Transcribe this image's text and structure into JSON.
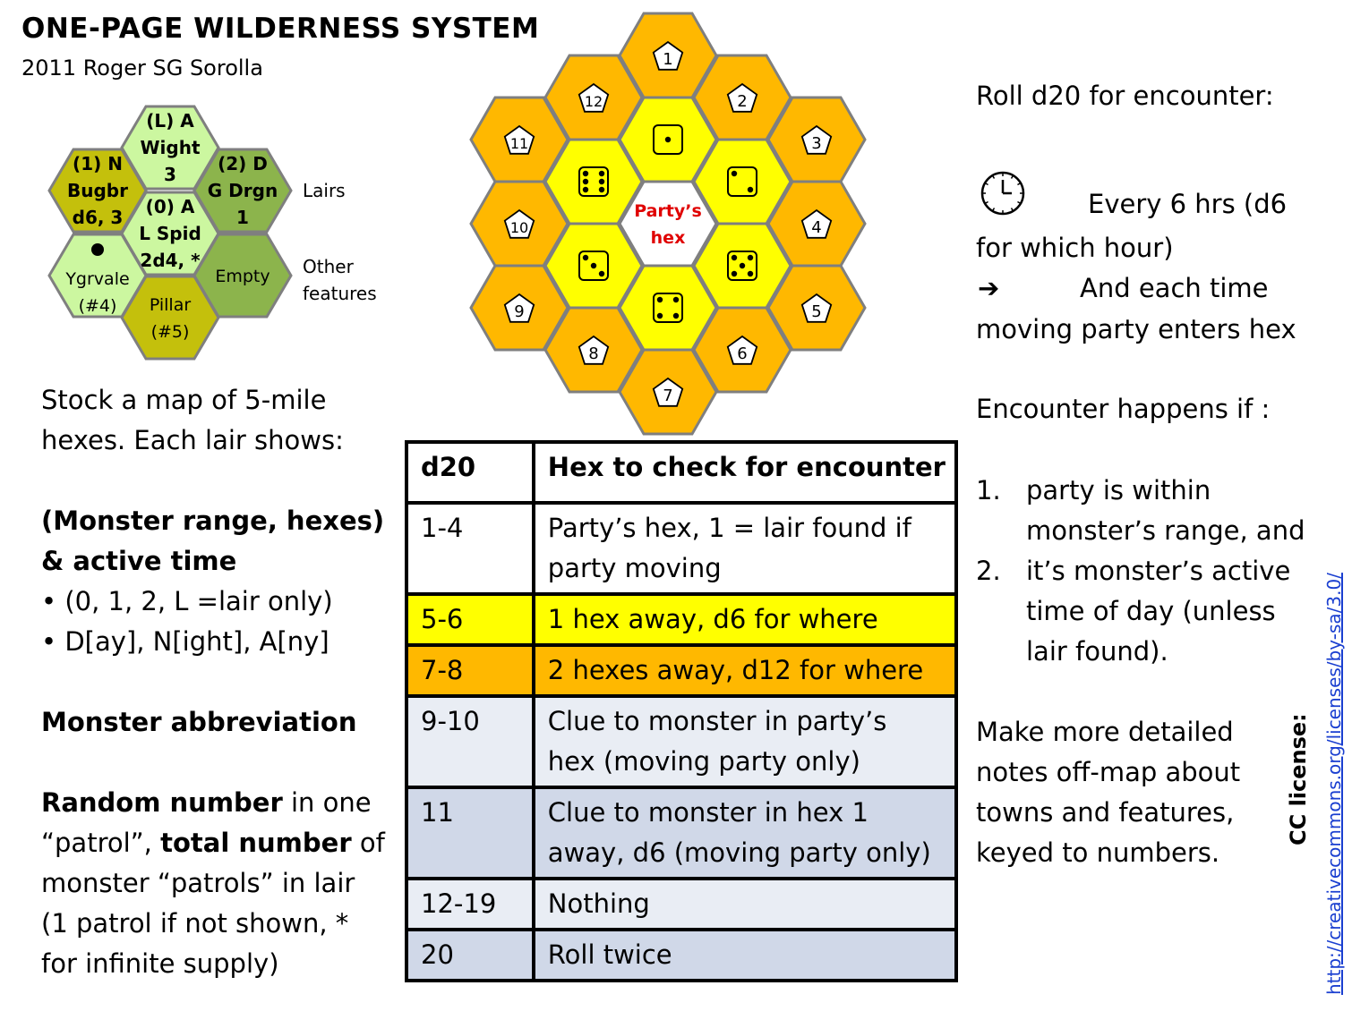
{
  "header": {
    "title": "ONE-PAGE WILDERNESS SYSTEM",
    "subtitle": "2011 Roger SG Sorolla"
  },
  "legend_map": {
    "hexes": [
      {
        "lines": [
          "(L) A",
          "Wight",
          "3"
        ]
      },
      {
        "lines": [
          "(1)  N",
          "Bugbr",
          "d6, 3"
        ]
      },
      {
        "lines": [
          "(2) D",
          "G Drgn",
          "1"
        ]
      },
      {
        "lines": [
          "(0) A",
          "L Spid",
          "2d4, *"
        ]
      },
      {
        "lines": [
          "Ygrvale",
          "(#4)"
        ]
      },
      {
        "lines": [
          "Empty"
        ]
      },
      {
        "lines": [
          "Pillar",
          "(#5)"
        ]
      }
    ],
    "labels": {
      "lairs": "Lairs",
      "other_line1": "Other",
      "other_line2": "features"
    },
    "colors": {
      "light_green": "#ccf7a0",
      "olive": "#c4c00c",
      "mid_green": "#8cb44c"
    }
  },
  "hex_map": {
    "party_hex_line1": "Party’s",
    "party_hex_line2": "hex",
    "outer_numbers": [
      "1",
      "2",
      "3",
      "4",
      "5",
      "6",
      "7",
      "8",
      "9",
      "10",
      "11",
      "12"
    ],
    "inner_dice": [
      1,
      2,
      5,
      4,
      3,
      6
    ],
    "colors": {
      "outer": "#ffb800",
      "inner": "#ffff00",
      "center": "#ffffff",
      "stroke": "#7f7f7f",
      "party_text": "#e00000"
    }
  },
  "left_panel": {
    "stock1": "Stock a map of 5-mile",
    "stock2": "hexes. Each lair shows:",
    "range_heading1": "(Monster range, hexes)",
    "range_heading2": "& active time",
    "bullet1": "• (0, 1, 2, L =lair only)",
    "bullet2": "• D[ay], N[ight], A[ny]",
    "abbr_heading": "Monster abbreviation",
    "rn_bold": "Random number",
    "rn_rest": " in one",
    "patrol_quote": "“patrol”,  ",
    "total_bold": "total number",
    "of": " of",
    "patrols_line": "monster “patrols” in lair",
    "one_patrol": "(1 patrol if not shown, *",
    "infinite": "for infinite supply)"
  },
  "encounter_table": {
    "headers": [
      "d20",
      "Hex to check for encounter"
    ],
    "rows": [
      {
        "roll": "1-4",
        "line1": "Party’s hex, 1 = lair found if",
        "line2": "party moving",
        "bg": "#ffffff"
      },
      {
        "roll": "5-6",
        "line1": "1 hex away, d6 for where",
        "line2": "",
        "bg": "#ffff00"
      },
      {
        "roll": "7-8",
        "line1": "2 hexes away, d12 for where",
        "line2": "",
        "bg": "#ffb800"
      },
      {
        "roll": "9-10",
        "line1": "Clue to monster in party’s",
        "line2": "hex (moving party only)",
        "bg": "#e9edf4"
      },
      {
        "roll": "11",
        "line1": "Clue to monster in hex 1",
        "line2": "away, d6 (moving party only)",
        "bg": "#d0d8e8"
      },
      {
        "roll": "12-19",
        "line1": "Nothing",
        "line2": "",
        "bg": "#e9edf4"
      },
      {
        "roll": "20",
        "line1": "Roll twice",
        "line2": "",
        "bg": "#d0d8e8"
      }
    ]
  },
  "right_panel": {
    "roll_heading": "Roll d20 for encounter:",
    "clock_icon": "clock-icon",
    "every6": "Every 6 hrs (d6",
    "which_hour": "for which hour)",
    "arrow": "➔",
    "each_time": "And each time",
    "moving_enters": "moving party enters hex",
    "happens": "Encounter happens if :",
    "n1": "1.",
    "c1a": "party is within",
    "c1b": "monster’s range, and",
    "n2": "2.",
    "c2a": " it’s monster’s active",
    "c2b": "time of day (unless",
    "c2c": "lair found).",
    "notes1": "Make more detailed",
    "notes2": "notes off-map about",
    "notes3": "towns and features,",
    "notes4": "keyed to numbers."
  },
  "license": {
    "label": "CC license:",
    "url": "http://creativecommons.org/licenses/by-sa/3.0/"
  }
}
